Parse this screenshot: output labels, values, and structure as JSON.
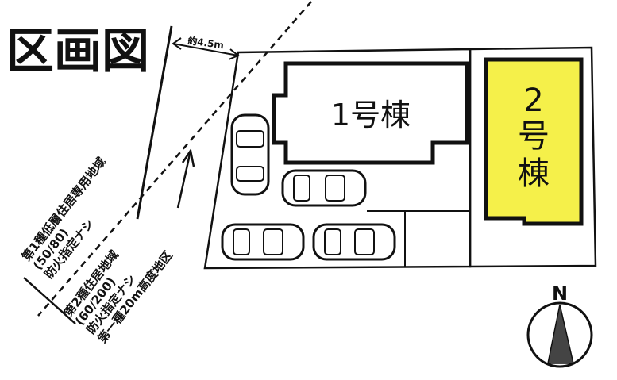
{
  "title": "区画図",
  "dimension": "約4.5m",
  "buildings": [
    {
      "label": "1号棟",
      "color": "#ffffff"
    },
    {
      "label_lines": [
        "2",
        "号",
        "棟"
      ],
      "color": "#f5f04a"
    }
  ],
  "zones": [
    {
      "lines": [
        "第1種低層住居専用地域",
        "(50/80)",
        "防火指定ナシ"
      ]
    },
    {
      "lines": [
        "第2種住居地域",
        "(60/200)",
        "防火指定ナシ",
        "第一種20m高度地区"
      ]
    }
  ],
  "compass": {
    "label": "N"
  },
  "colors": {
    "line": "#111111",
    "highlight": "#f5f04a"
  }
}
